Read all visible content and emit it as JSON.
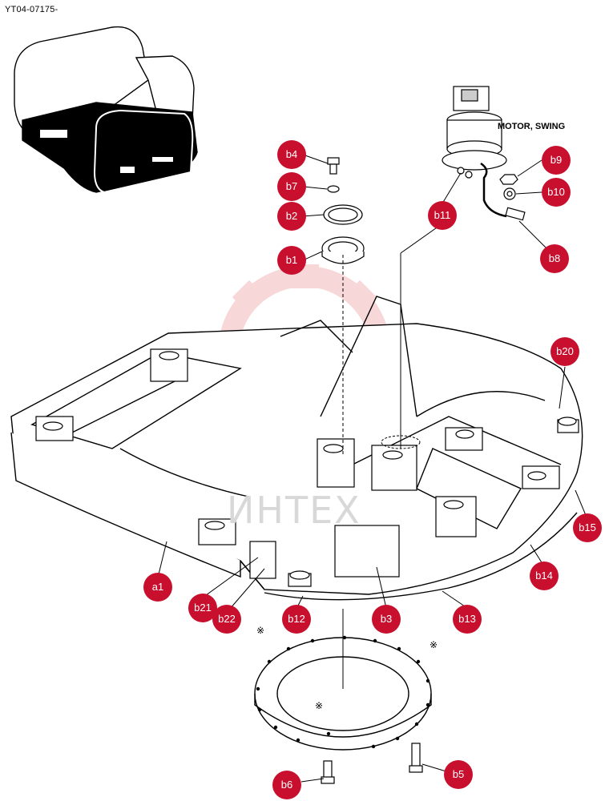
{
  "header": {
    "code": "YT04-07175-"
  },
  "motor_label": "MOTOR, SWING",
  "watermark": "ИНТЕХ",
  "reference_mark": "※",
  "colors": {
    "callout": "#c8102e",
    "line": "#000000",
    "watermark_gear": "#f2b8b8"
  },
  "callouts": {
    "a1": "a1",
    "b1": "b1",
    "b2": "b2",
    "b3": "b3",
    "b4": "b4",
    "b5": "b5",
    "b6": "b6",
    "b7": "b7",
    "b8": "b8",
    "b9": "b9",
    "b10": "b10",
    "b11": "b11",
    "b12": "b12",
    "b13": "b13",
    "b14": "b14",
    "b15": "b15",
    "b20": "b20",
    "b21": "b21",
    "b22": "b22"
  }
}
